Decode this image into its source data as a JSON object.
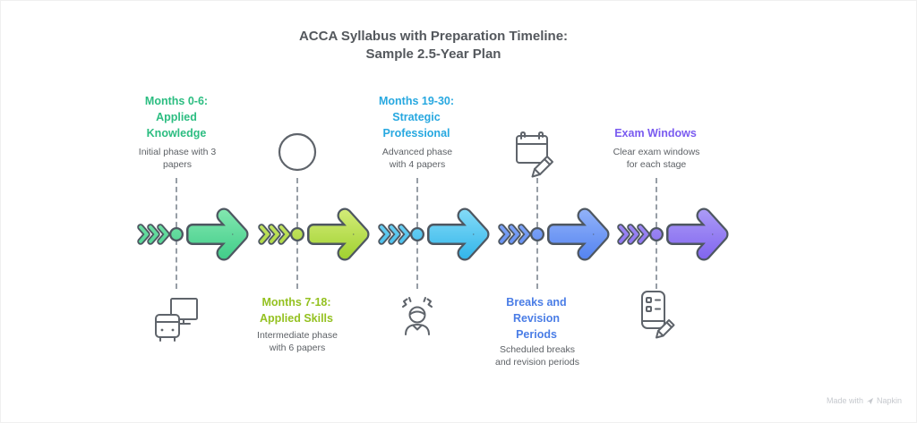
{
  "title": {
    "line1": "ACCA Syllabus with Preparation Timeline:",
    "line2": "Sample 2.5-Year Plan"
  },
  "outline_color": "#4e5761",
  "dashed_line_color": "#979ea6",
  "icon_color": "#5f646b",
  "stages": [
    {
      "label": "Months 0-6:\nApplied\nKnowledge",
      "description": "Initial phase with 3\npapers",
      "color": "#2cbd81",
      "arrow_gradient": [
        "#85e8b1",
        "#3ecc88"
      ],
      "icon": "desktop-computer-icon"
    },
    {
      "label": "Months 7-18:\nApplied Skills",
      "description": "Intermediate phase\nwith 6 papers",
      "color": "#94c120",
      "arrow_gradient": [
        "#d5ed7b",
        "#9ed02d"
      ],
      "icon": "circle-icon"
    },
    {
      "label": "Months 19-30:\nStrategic\nProfessional",
      "description": "Advanced phase\nwith 4 papers",
      "color": "#27a8e0",
      "arrow_gradient": [
        "#87dcf8",
        "#2fb4e9"
      ],
      "icon": "stressed-student-icon"
    },
    {
      "label": "Breaks and\nRevision\nPeriods",
      "description": "Scheduled breaks\nand revision periods",
      "color": "#4a7de6",
      "arrow_gradient": [
        "#94b4f9",
        "#5282f1"
      ],
      "icon": "calendar-pencil-icon"
    },
    {
      "label": "Exam Windows",
      "description": "Clear exam windows\nfor each stage",
      "color": "#7a5bf0",
      "arrow_gradient": [
        "#ad9df7",
        "#7f63ee"
      ],
      "icon": "checklist-pencil-icon"
    }
  ],
  "footer": {
    "text": "Made with",
    "brand": "Napkin"
  }
}
